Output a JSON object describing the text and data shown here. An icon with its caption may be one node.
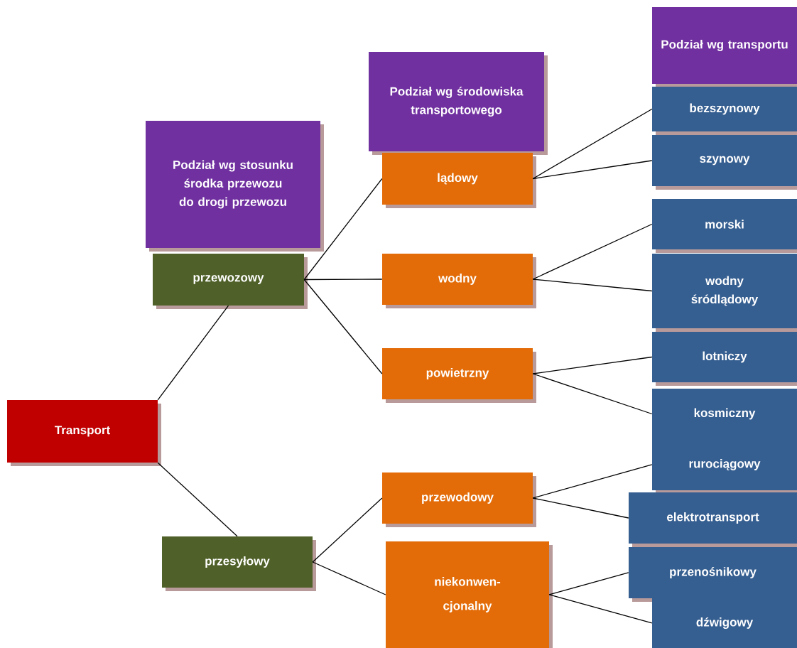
{
  "diagram": {
    "nodes": [
      {
        "text": [
          "Transport"
        ]
      },
      {
        "text": [
          "Podział wg stosunku środka przewozu do drogi przewozu"
        ]
      },
      {
        "text": [
          "przewozowy"
        ]
      },
      {
        "text": [
          "przesyłowy"
        ]
      },
      {
        "text": [
          "Podział wg środowiska transportowego"
        ]
      },
      {
        "text": [
          "lądowy"
        ]
      },
      {
        "text": [
          "wodny"
        ]
      },
      {
        "text": [
          "powietrzny"
        ]
      },
      {
        "text": [
          "przewodowy"
        ]
      },
      {
        "text": [
          "niekonwen- cjonalny"
        ]
      },
      {
        "text": [
          "Podział wg transportu"
        ]
      },
      {
        "text": [
          "bezszynowy"
        ]
      },
      {
        "text": [
          "szynowy"
        ]
      },
      {
        "text": [
          "morski"
        ]
      },
      {
        "text": [
          "wodny śródlądowy"
        ]
      },
      {
        "text": [
          "lotniczy"
        ]
      },
      {
        "text": [
          "kosmiczny"
        ]
      },
      {
        "text": [
          "rurociągowy"
        ]
      },
      {
        "text": [
          "elektrotransport"
        ]
      },
      {
        "text": [
          "przenośnikowy"
        ]
      },
      {
        "text": [
          "dźwigowy"
        ]
      }
    ],
    "edges": [
      {
        "from": 0,
        "to": 2,
        "arrow": "none"
      },
      {
        "from": 0,
        "to": 3,
        "arrow": "none"
      },
      {
        "from": 2,
        "to": 5,
        "arrow": "none"
      },
      {
        "from": 2,
        "to": 6,
        "arrow": "none"
      },
      {
        "from": 2,
        "to": 7,
        "arrow": "none"
      },
      {
        "from": 3,
        "to": 8,
        "arrow": "none"
      },
      {
        "from": 3,
        "to": 9,
        "arrow": "none"
      },
      {
        "from": 5,
        "to": 11,
        "arrow": "none"
      },
      {
        "from": 5,
        "to": 12,
        "arrow": "none"
      },
      {
        "from": 6,
        "to": 13,
        "arrow": "none"
      },
      {
        "from": 6,
        "to": 14,
        "arrow": "none"
      },
      {
        "from": 7,
        "to": 15,
        "arrow": "none"
      },
      {
        "from": 7,
        "to": 16,
        "arrow": "none"
      },
      {
        "from": 8,
        "to": 17,
        "arrow": "none"
      },
      {
        "from": 8,
        "to": 18,
        "arrow": "none"
      },
      {
        "from": 9,
        "to": 19,
        "arrow": "none"
      },
      {
        "from": 9,
        "to": 20,
        "arrow": "none"
      }
    ]
  }
}
